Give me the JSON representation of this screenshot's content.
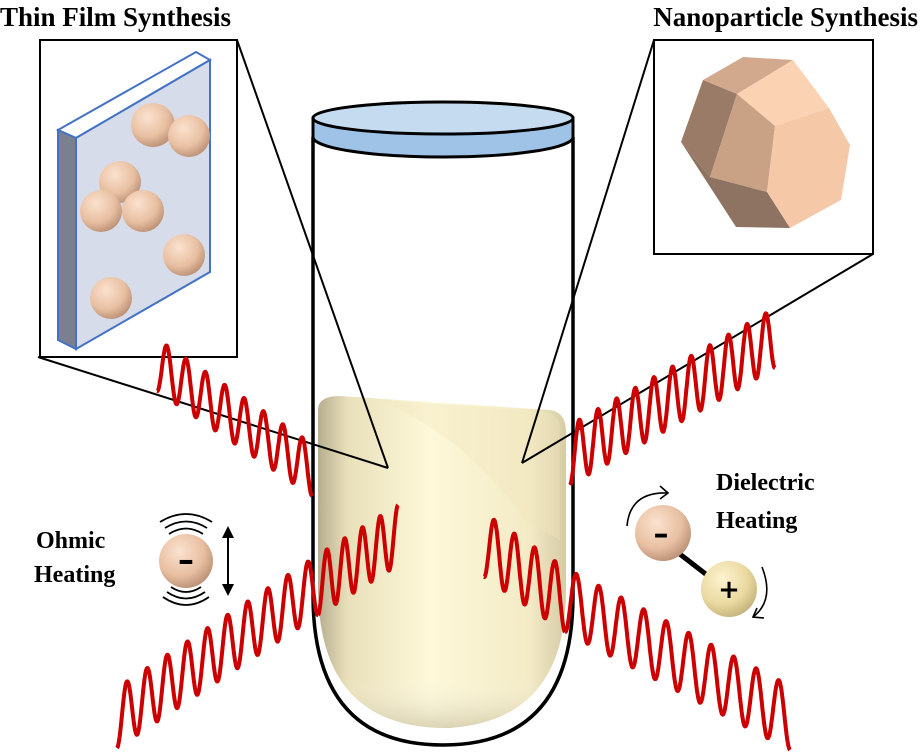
{
  "figure": {
    "title_left": "Thin Film Synthesis",
    "title_right": "Nanoparticle Synthesis",
    "ohmic": {
      "line1": "Ohmic",
      "line2": "Heating",
      "charge": "–"
    },
    "dielectric": {
      "line1": "Dielectric",
      "line2": "Heating",
      "charge_neg": "–",
      "charge_pos": "+"
    }
  },
  "colors": {
    "wave": "#cc0000",
    "cap_top": "#c5dcf0",
    "cap_side": "#9ec3e6",
    "solution": "#f6efca",
    "particle": "#eac3a6",
    "film_face": "#d6dcea",
    "film_edge": "#4472c4",
    "positive_particle": "#ecdca0"
  },
  "icons": {
    "vial": "test-tube-icon",
    "ohmic_charge": "negative-charge-icon",
    "dipole": "dipole-icon"
  }
}
